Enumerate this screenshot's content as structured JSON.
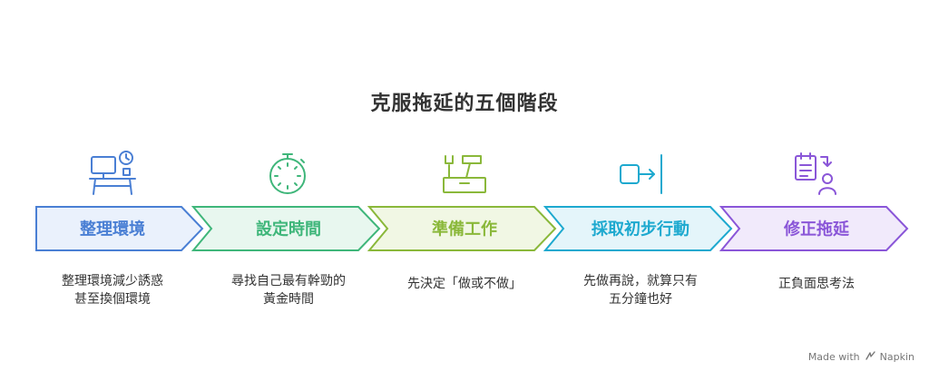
{
  "title": "克服拖延的五個階段",
  "stages": [
    {
      "label": "整理環境",
      "description": "整理環境減少誘惑\n甚至換個環境",
      "color": "#4a7fd4",
      "fill": "#eaf1fc",
      "icon": "desk-computer-clock-icon"
    },
    {
      "label": "設定時間",
      "description": "尋找自己最有幹勁的\n黃金時間",
      "color": "#3fb67a",
      "fill": "#e8f7ef",
      "icon": "stopwatch-icon"
    },
    {
      "label": "準備工作",
      "description": "先決定「做或不做」",
      "color": "#8ab83a",
      "fill": "#f1f7e4",
      "icon": "toolbox-icon"
    },
    {
      "label": "採取初步行動",
      "description": "先做再說，就算只有\n五分鐘也好",
      "color": "#1da9cf",
      "fill": "#e4f5fa",
      "icon": "enter-arrow-icon"
    },
    {
      "label": "修正拖延",
      "description": "正負面思考法",
      "color": "#8a56d8",
      "fill": "#f1eafb",
      "icon": "checklist-person-icon"
    }
  ],
  "footer": {
    "prefix": "Made with",
    "brand": "Napkin",
    "icon": "napkin-logo-icon"
  }
}
